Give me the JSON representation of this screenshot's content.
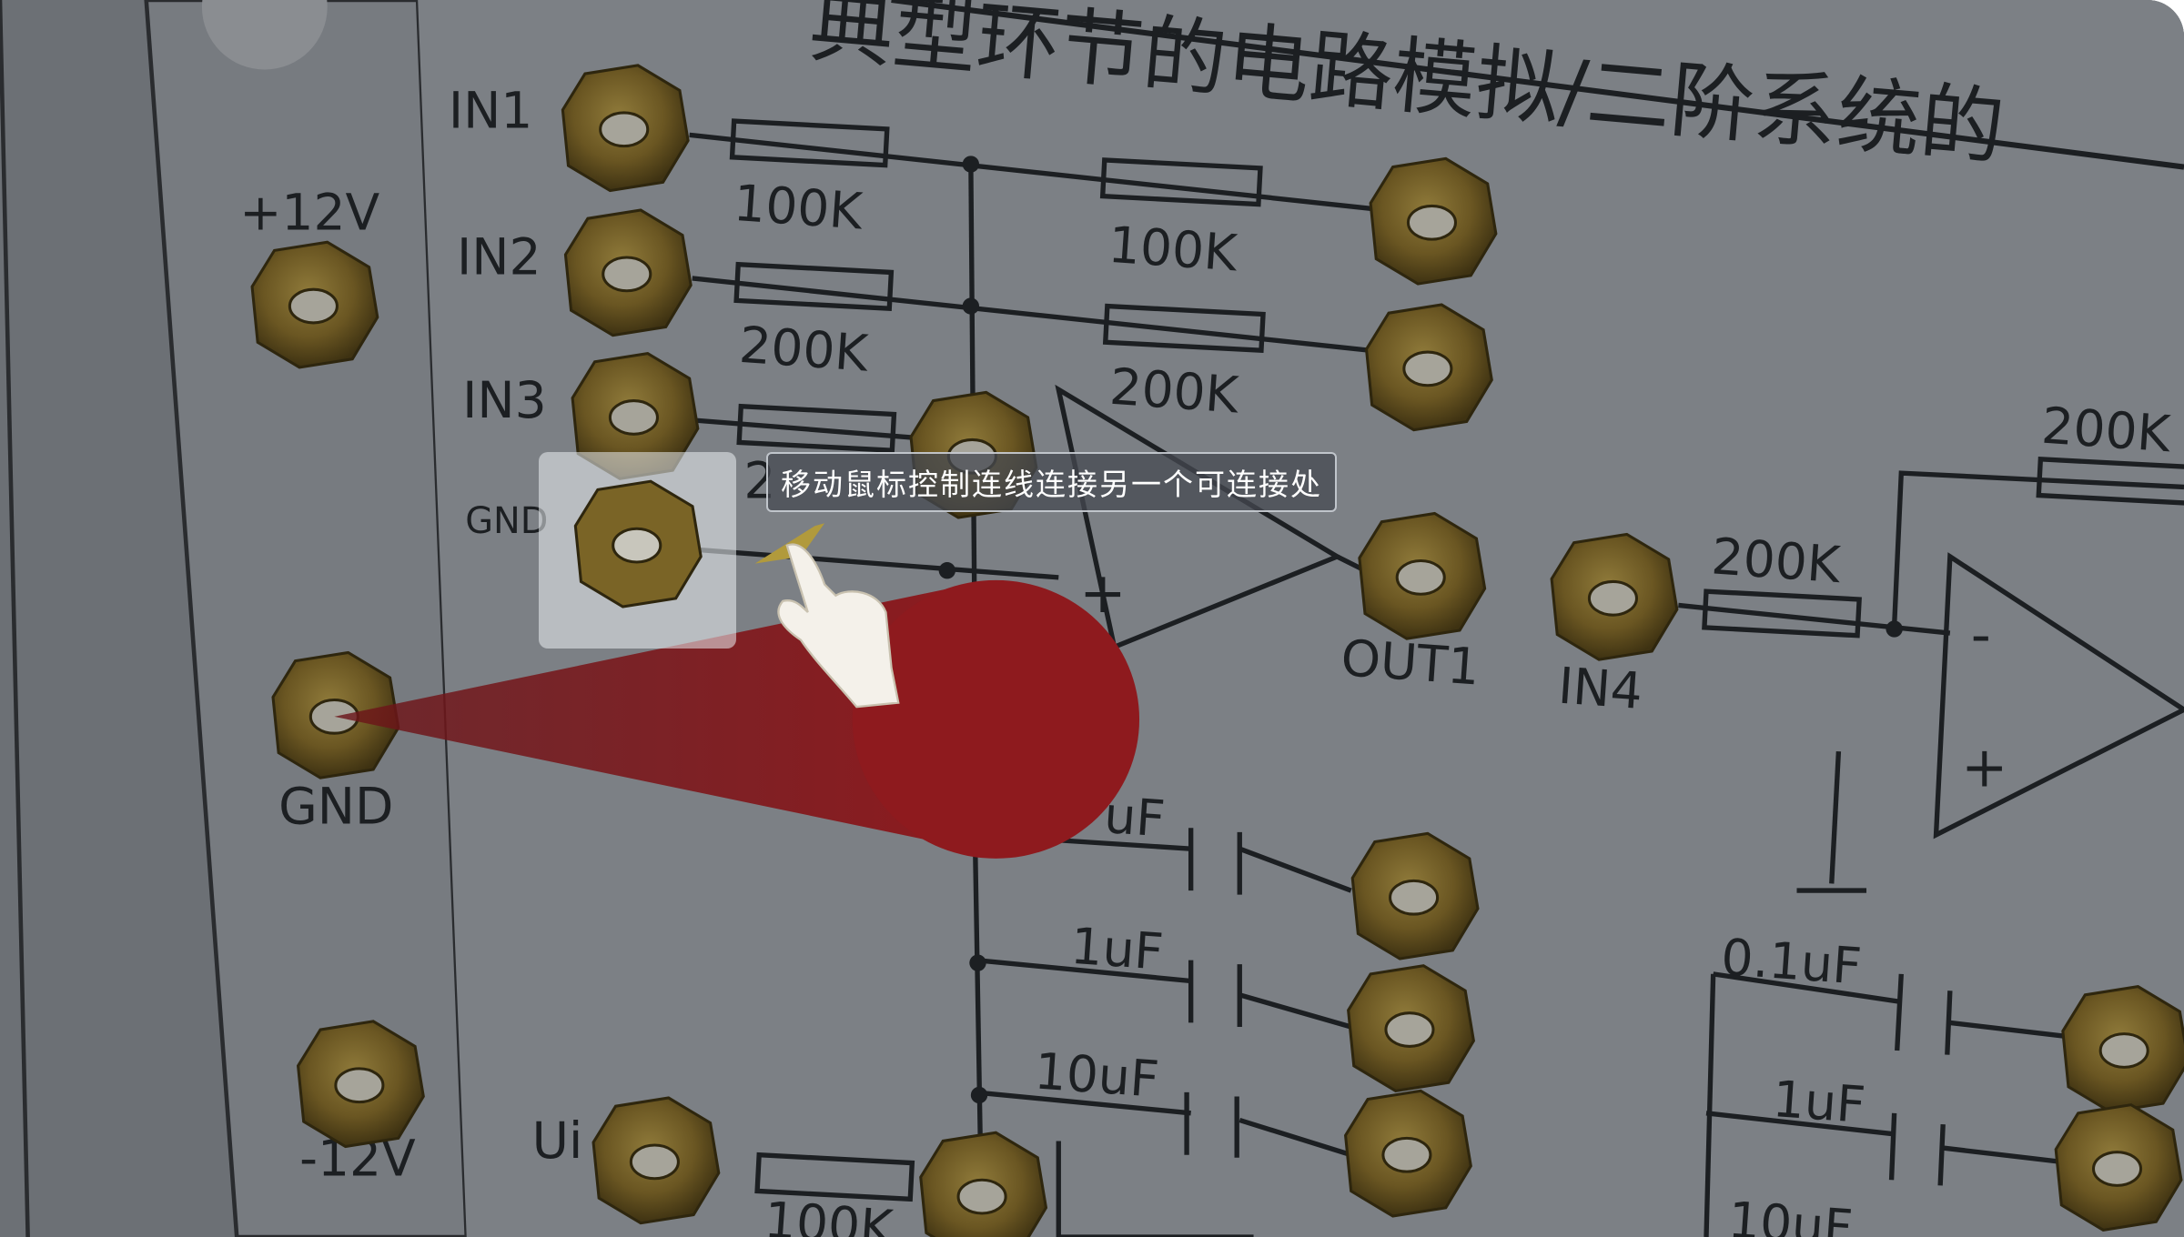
{
  "panel": {
    "title": "典型环节的电路模拟/二阶系统的",
    "power_labels": {
      "plus12": "+12V",
      "gnd": "GND",
      "minus12": "-12V"
    },
    "input_labels": {
      "in1": "IN1",
      "in2": "IN2",
      "in3": "IN3",
      "gnd": "GND",
      "ui": "Ui",
      "in4": "IN4"
    },
    "output_labels": {
      "out1": "OUT1"
    },
    "resistors": {
      "r1": "100K",
      "r2": "100K",
      "r3": "200K",
      "r4": "200K",
      "r5": "200K",
      "r6": "200K",
      "r7": "100K",
      "r8": "2"
    },
    "capacitors": {
      "c1": "uF",
      "c2": "1uF",
      "c3": "10uF",
      "c4": "0.1uF",
      "c5": "1uF",
      "c6": "10uF"
    },
    "opamp_signs": {
      "minus": "-",
      "plus": "+"
    }
  },
  "tooltip": {
    "text": "移动鼠标控制连线连接另一个可连接处"
  },
  "colors": {
    "wire_red": "#8e1a1e",
    "jack_brass": "#6e5a22",
    "background": "#6f7378"
  }
}
